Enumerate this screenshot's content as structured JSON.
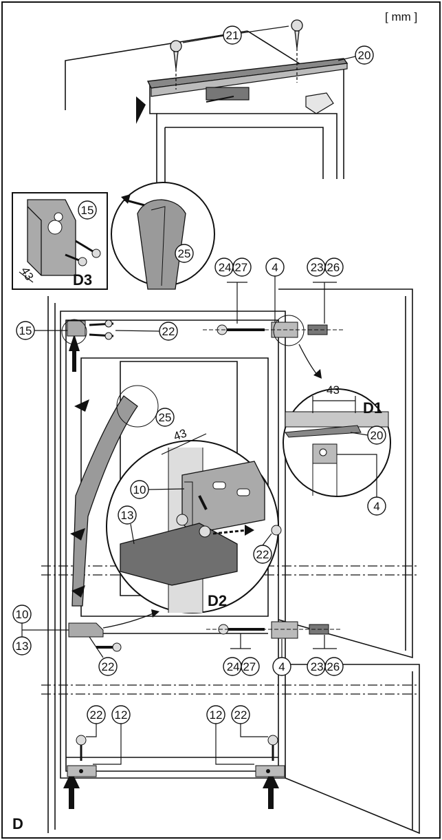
{
  "unit_label": "[ mm ]",
  "view_label": "D",
  "details": {
    "d1": "D1",
    "d2": "D2",
    "d3": "D3"
  },
  "dimensions": {
    "d1": "43",
    "d2": "43",
    "d3": "43"
  },
  "callouts": {
    "n21": "21",
    "n20": "20",
    "n15a": "15",
    "n25a": "25",
    "n24_27a": "24/27",
    "n4a": "4",
    "n23_26a": "23/26",
    "n15b": "15",
    "n22a": "22",
    "n25b": "25",
    "n20b": "20",
    "n4b": "4",
    "n10a": "10",
    "n13a": "13",
    "n22b": "22",
    "n10b": "10",
    "n13b": "13",
    "n22c": "22",
    "n24_27b": "24/27",
    "n4c": "4",
    "n23_26b": "23/26",
    "n22d": "22",
    "n12a": "12",
    "n12b": "12",
    "n22e": "22"
  },
  "colors": {
    "line": "#111111",
    "gasket": "#9a9a9a",
    "part": "#6f6f6f",
    "panel": "#e6e6e6"
  }
}
